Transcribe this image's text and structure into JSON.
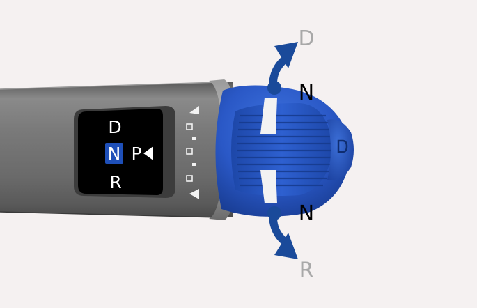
{
  "display": {
    "gear_d": "D",
    "gear_n": "N",
    "gear_r": "R",
    "gear_p": "P"
  },
  "labels": {
    "top_direction": "D",
    "top_neutral": "N",
    "bottom_neutral": "N",
    "bottom_direction": "R"
  },
  "colors": {
    "background": "#f5f1f1",
    "knob_blue": "#2454c4",
    "arrow_blue": "#1a4a9a",
    "stalk_gray": "#6e6e6e",
    "highlight_blue": "#1e4fb8",
    "label_gray": "#a8a8a8"
  },
  "icons": {
    "pointer": "left-pointing-triangle",
    "rotate_up": "curved-arrow-up",
    "rotate_down": "curved-arrow-down"
  }
}
